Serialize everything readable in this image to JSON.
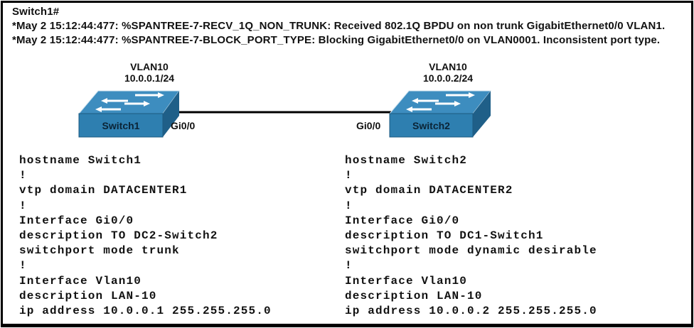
{
  "log": {
    "prompt": "Switch1#",
    "lines": [
      "*May 2 15:12:44:477: %SPANTREE-7-RECV_1Q_NON_TRUNK: Received 802.1Q BPDU on non trunk GigabitEthernet0/0 VLAN1.",
      "*May 2 15:12:44:477: %SPANTREE-7-BLOCK_PORT_TYPE: Blocking GigabitEthernet0/0 on VLAN0001. Inconsistent port type."
    ]
  },
  "colors": {
    "switch_front": "#2e7fb0",
    "switch_top": "#3d8dbf",
    "switch_side": "#1f5f88",
    "link": "#000000"
  },
  "topology": {
    "switch1": {
      "name": "Switch1",
      "vlan": "VLAN10",
      "ip": "10.0.0.1/24",
      "port": "Gi0/0",
      "icon": "switch-icon"
    },
    "switch2": {
      "name": "Switch2",
      "vlan": "VLAN10",
      "ip": "10.0.0.2/24",
      "port": "Gi0/0",
      "icon": "switch-icon"
    }
  },
  "config": {
    "switch1": [
      "hostname Switch1",
      "!",
      "vtp domain DATACENTER1",
      "!",
      "Interface Gi0/0",
      "description TO DC2-Switch2",
      "switchport mode trunk",
      "!",
      "Interface Vlan10",
      "description LAN-10",
      "ip address 10.0.0.1 255.255.255.0"
    ],
    "switch2": [
      "hostname Switch2",
      "!",
      "vtp domain DATACENTER2",
      "!",
      "Interface Gi0/0",
      "description TO DC1-Switch1",
      "switchport mode dynamic desirable",
      "!",
      "Interface Vlan10",
      "description LAN-10",
      "ip address 10.0.0.2 255.255.255.0"
    ]
  }
}
